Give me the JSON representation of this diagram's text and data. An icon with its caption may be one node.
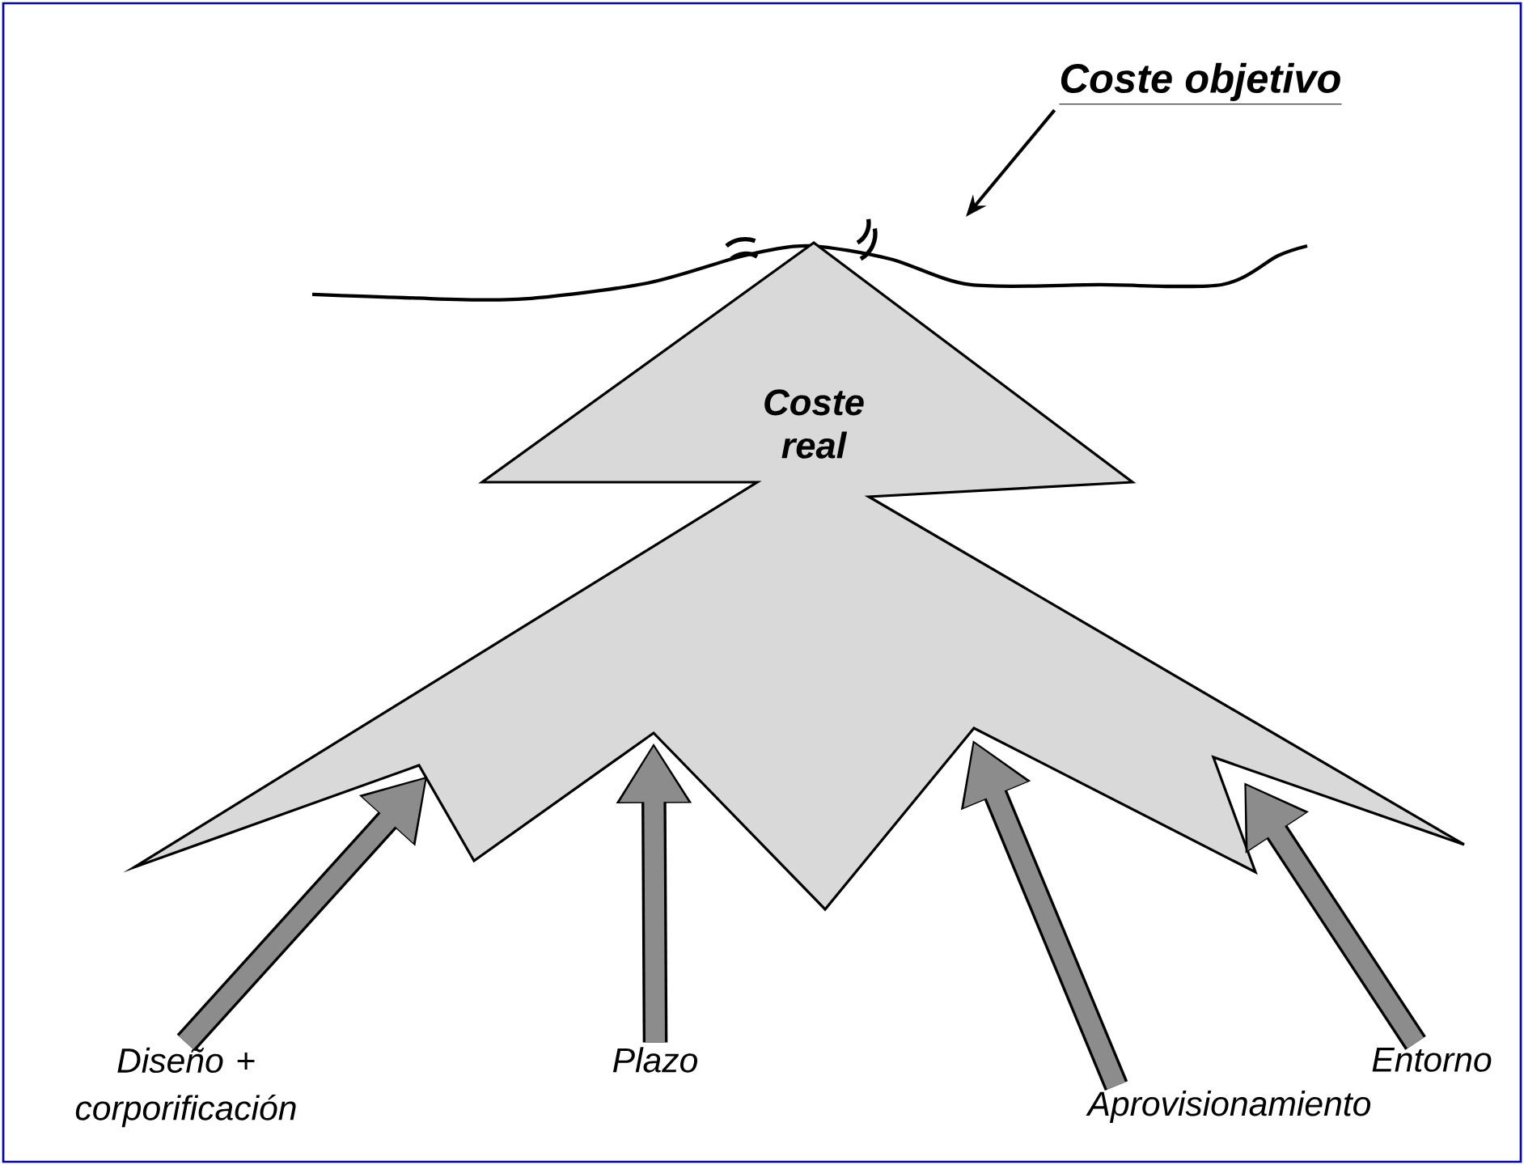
{
  "diagram": {
    "nodes": [
      {
        "text": [
          "Coste real"
        ]
      },
      {
        "text": [
          "Diseño + corporificación"
        ]
      },
      {
        "text": [
          "Plazo"
        ]
      },
      {
        "text": [
          "Aprovisionamiento"
        ]
      },
      {
        "text": [
          "Entorno"
        ]
      },
      {
        "text": [
          "Coste objetivo"
        ]
      }
    ],
    "edges": [
      {
        "from": 1,
        "to": 0,
        "arrow": "to"
      },
      {
        "from": 2,
        "to": 0,
        "arrow": "to"
      },
      {
        "from": 3,
        "to": 0,
        "arrow": "to"
      },
      {
        "from": 4,
        "to": 0,
        "arrow": "to"
      },
      {
        "from": 5,
        "to": null,
        "arrow": "to",
        "color": "#000000"
      }
    ]
  }
}
